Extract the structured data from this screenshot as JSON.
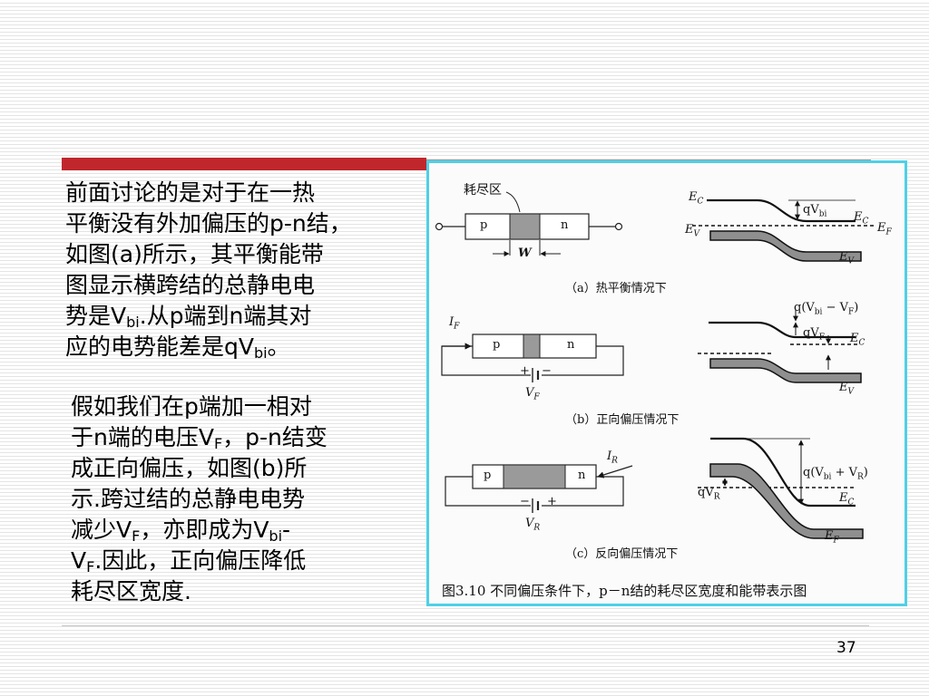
{
  "slide": {
    "page_number": "37",
    "paragraph1": {
      "lines": [
        "前面讨论的是对于在一热",
        "平衡没有外加偏压的p-n结，",
        "如图(a)所示，其平衡能带",
        "图显示横跨结的总静电电"
      ],
      "line5_a": "势是V",
      "line5_sub": "bi",
      "line5_b": ".从p端到n端其对",
      "line6_a": "应的电势能差是qV",
      "line6_sub": "bi",
      "line6_b": "。"
    },
    "paragraph2": {
      "line1": "假如我们在p端加一相对",
      "line2_a": "于n端的电压V",
      "line2_sub": "F",
      "line2_b": "，p-n结变",
      "line3": "成正向偏压，如图(b)所",
      "line4": "示.跨过结的总静电电势",
      "line5_a": "减少V",
      "line5_sub": "F",
      "line5_b": "，亦即成为V",
      "line5_sub2": "bi",
      "line5_c": "-",
      "line6_a": "V",
      "line6_sub": "F",
      "line6_b": ".因此，正向偏压降低",
      "line7": "耗尽区宽度."
    }
  },
  "figure": {
    "depletion_label": "耗尽区",
    "p_label": "p",
    "n_label": "n",
    "width_label": "W",
    "caption_a": "（a）热平衡情况下",
    "caption_b": "（b）正向偏压情况下",
    "caption_c": "（c）反向偏压情况下",
    "main_caption": "图3.10 不同偏压条件下，p－n结的耗尽区宽度和能带表示图",
    "ec": "E",
    "ec_sub": "C",
    "ev": "E",
    "ev_sub": "V",
    "ef": "E",
    "ef_sub": "F",
    "qvbi": "qV",
    "qvbi_sub": "bi",
    "if_label": "I",
    "if_sub": "F",
    "ir_label": "I",
    "ir_sub": "R",
    "vf_label": "V",
    "vf_sub": "F",
    "vr_label": "V",
    "vr_sub": "R",
    "q_vbi_minus_vf": "q(V",
    "q_vbi_minus_vf_sub1": "bi",
    "q_vbi_minus_vf_mid": " − V",
    "q_vbi_minus_vf_sub2": "F",
    "q_vbi_minus_vf_end": ")",
    "q_vbi_plus_vr": "q(V",
    "q_vbi_plus_vr_sub1": "bi",
    "q_vbi_plus_vr_mid": " + V",
    "q_vbi_plus_vr_sub2": "R",
    "q_vbi_plus_vr_end": ")",
    "qvf": "qV",
    "qvf_sub": "F",
    "qvr": "qV",
    "qvr_sub": "R",
    "plus": "+",
    "minus": "−"
  }
}
